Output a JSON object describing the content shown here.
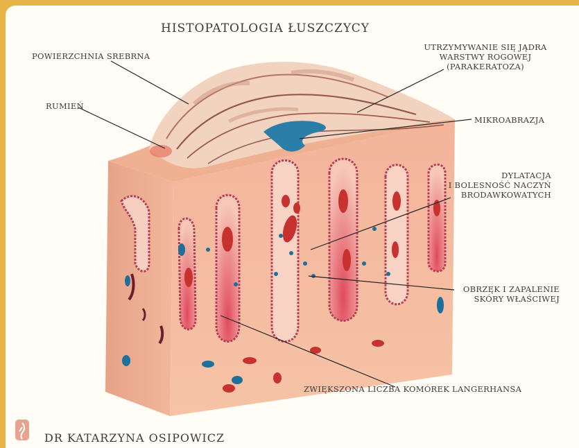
{
  "title": "HISTOPATOLOGIA ŁUSZCZYCY",
  "labels": {
    "silver_surface": "POWIERZCHNIA SREBRNA",
    "erythema": "RUMIEŃ",
    "parakeratosis_line1": "UTRZYMYWANIE SIĘ JĄDRA",
    "parakeratosis_line2": "WARSTWY ROGOWEJ",
    "parakeratosis_line3": "(PARAKERATOZA)",
    "microabscess": "MIKROABRAZJA",
    "dilation_line1": "DYLATACJA",
    "dilation_line2": "I BOLESNOŚĆ NACZYŃ",
    "dilation_line3": "BRODAWKOWATYCH",
    "edema_line1": "OBRZĘK I ZAPALENIE",
    "edema_line2": "SKÓRY WŁAŚCIWEJ",
    "langerhans": "ZWIĘKSZONA LICZBA KOMÓREK LANGERHANSA"
  },
  "author": "DR KATARZYNA OSIPOWICZ",
  "icons": {
    "logo": "figure-logo-icon"
  },
  "colors": {
    "frame": "#e8b548",
    "skin": "#f3a98a",
    "papilla": "#c43a4a",
    "vessel": "#c8322e",
    "langerhans": "#1e6f9a"
  }
}
